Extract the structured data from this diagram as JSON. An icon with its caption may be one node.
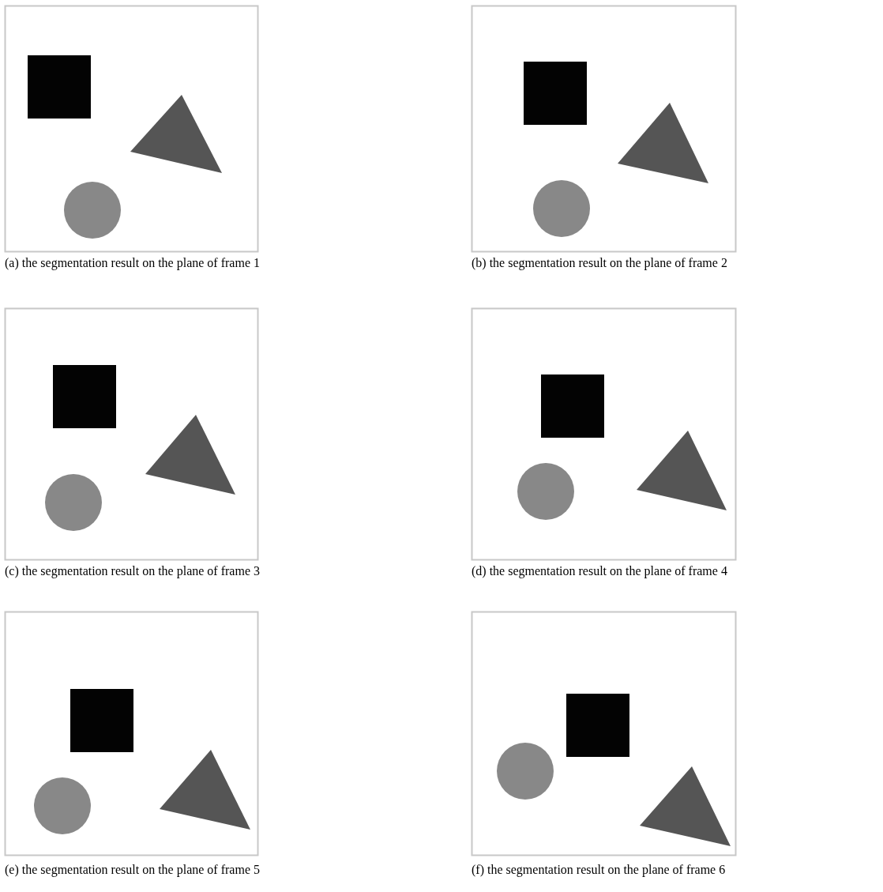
{
  "diagram": {
    "labels": [
      "(a) the segmentation result on the plane of frame 1",
      "(b) the segmentation result on the plane of frame 2",
      "(c) the segmentation result on the plane of frame 3",
      "(d) the segmentation result on the plane of frame 4",
      "(e) the segmentation result on the plane of frame 5",
      "(f) the segmentation result on the plane of frame 6"
    ]
  }
}
